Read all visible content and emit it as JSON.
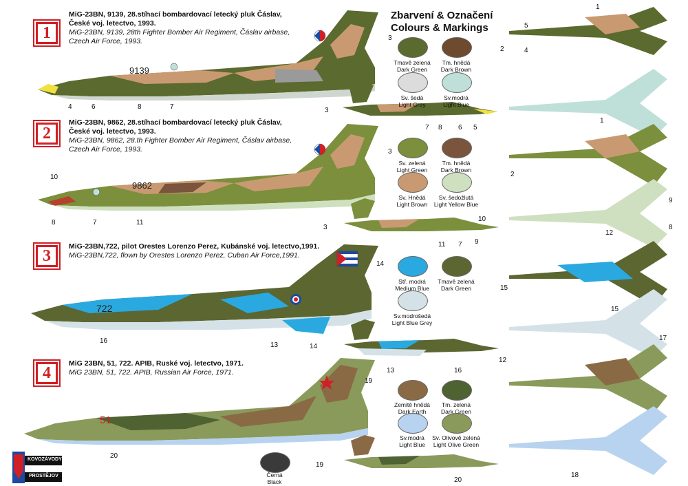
{
  "header": {
    "line1": "Zbarvení & Označení",
    "line2": "Colours & Markings"
  },
  "schemes": [
    {
      "badge": "1",
      "title": "MiG-23BN, 9139, 28.stíhací bombardovací letecký pluk Čáslav, České voj. letectvo, 1993.",
      "subtitle": "MiG-23BN, 9139, 28th Fighter Bomber Air Regiment, Čáslav airbase, Czech Air Force, 1993.",
      "serial": "9139"
    },
    {
      "badge": "2",
      "title": "MiG-23BN, 9862, 28.stíhací bombardovací letecký pluk Čáslav, České voj. letectvo, 1993.",
      "subtitle": "MiG-23BN, 9862, 28.th Fighter Bomber Air Regiment, Čáslav airbase, Czech Air Force, 1993.",
      "serial": "9862"
    },
    {
      "badge": "3",
      "title": "MiG-23BN,722, pilot Orestes Lorenzo Perez, Kubánské voj. letectvo,1991.",
      "subtitle": "MiG-23BN,722, flown by  Orestes Lorenzo Perez, Cuban Air Force,1991.",
      "serial": "722"
    },
    {
      "badge": "4",
      "title": "MiG 23BN, 51, 722. APIB, Ruské voj. letectvo, 1971.",
      "subtitle": "MiG 23BN, 51, 722. APIB, Russian Air Force, 1971.",
      "serial": "51"
    }
  ],
  "swatches": [
    {
      "cz": "Tmavě zelená",
      "en": "Dark Green",
      "color": "#5b6a2e"
    },
    {
      "cz": "Tm. hnědá",
      "en": "Dark Brown",
      "color": "#6e4a2f"
    },
    {
      "cz": "Sv. šedá",
      "en": "Light Grey",
      "color": "#dcdcdc"
    },
    {
      "cz": "Sv.modrá",
      "en": "Light Blue",
      "color": "#bfe0d8"
    },
    {
      "cz": "Sv. zelená",
      "en": "Light Green",
      "color": "#7b8f3d"
    },
    {
      "cz": "Tm. hnědá",
      "en": "Dark Brown",
      "color": "#7a543c"
    },
    {
      "cz": "Sv. Hnědá",
      "en": "Light Brown",
      "color": "#c99a72"
    },
    {
      "cz": "Sv. šedožlutá",
      "en": "Light Yellow Blue",
      "color": "#cfe0c0"
    },
    {
      "cz": "Stř. modrá",
      "en": "Medium Blue",
      "color": "#2aa9e0"
    },
    {
      "cz": "Tmavě zelená",
      "en": "Dark Green",
      "color": "#5c6631"
    },
    {
      "cz": "Sv.modrošedá",
      "en": "Light Blue Grey",
      "color": "#d4e2e8"
    },
    {
      "cz": "Zemitě hnědá",
      "en": "Dark Earth",
      "color": "#8a6a45"
    },
    {
      "cz": "Tm. zelená",
      "en": "Dark Green",
      "color": "#4f6232"
    },
    {
      "cz": "Sv.modrá",
      "en": "Light Blue",
      "color": "#b8d3ef"
    },
    {
      "cz": "Sv. Olivově zelená",
      "en": "Light Olive Green",
      "color": "#8a9a5b"
    },
    {
      "cz": "Černá",
      "en": "Black",
      "color": "#3a3a3a"
    }
  ],
  "callouts": [
    "1",
    "2",
    "3",
    "4",
    "5",
    "6",
    "7",
    "8",
    "9",
    "10",
    "11",
    "12",
    "13",
    "14",
    "15",
    "16",
    "17",
    "18",
    "19",
    "20"
  ],
  "logo": {
    "line1": "KOVOZÁVODY",
    "line2": "PROSTĚJOV"
  }
}
